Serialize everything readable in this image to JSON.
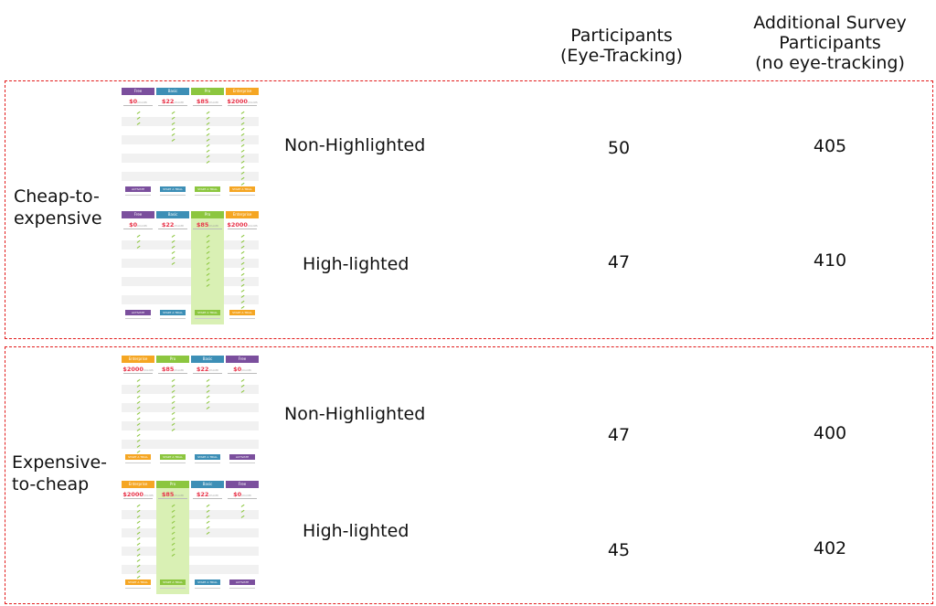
{
  "headers": {
    "participants": [
      "Participants",
      "(Eye-Tracking)"
    ],
    "additional": [
      "Additional Survey",
      "Participants",
      "(no eye-tracking)"
    ]
  },
  "groups": [
    {
      "label": [
        "Cheap-to-",
        "expensive"
      ],
      "rows": [
        {
          "condition": "Non-Highlighted",
          "eye_tracking": "50",
          "survey": "405"
        },
        {
          "condition": "High-lighted",
          "eye_tracking": "47",
          "survey": "410"
        }
      ]
    },
    {
      "label": [
        "Expensive-",
        "to-cheap"
      ],
      "rows": [
        {
          "condition": "Non-Highlighted",
          "eye_tracking": "47",
          "survey": "400"
        },
        {
          "condition": "High-lighted",
          "eye_tracking": "45",
          "survey": "402"
        }
      ]
    }
  ],
  "plans": {
    "free": {
      "name": "Free",
      "price": "$0",
      "button": "ACTIVATE",
      "color": "#7b4f9d",
      "ticks": 3
    },
    "basic": {
      "name": "Basic",
      "price": "$22",
      "button": "START A TRIAL",
      "color": "#3d8fb6",
      "ticks": 6
    },
    "pro": {
      "name": "Pro",
      "price": "$85",
      "button": "START A TRIAL",
      "color": "#8cc63f",
      "ticks": 10
    },
    "enterprise": {
      "name": "Enterprise",
      "price": "$2000",
      "button": "START A TRIAL",
      "color": "#f5a623",
      "ticks": 14
    }
  },
  "price_suffix": "/month"
}
